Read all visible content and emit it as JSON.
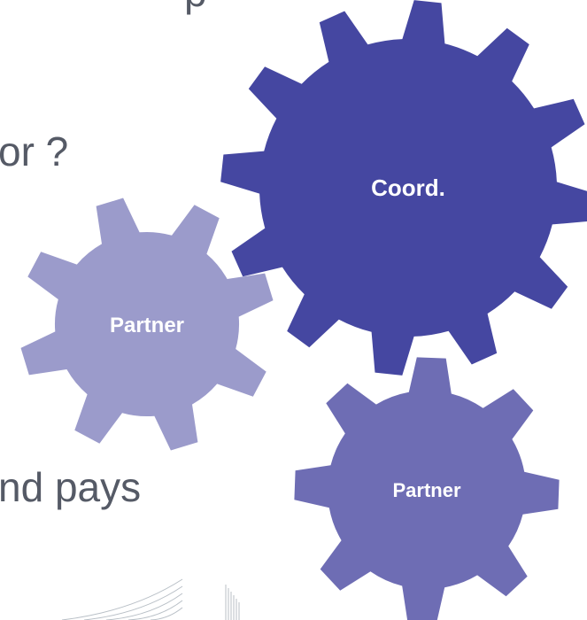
{
  "text": {
    "top_fragment": "p",
    "line_1": "or ?",
    "line_2": "nd pays"
  },
  "gears": [
    {
      "id": "coord",
      "label": "Coord.",
      "color": "#4547a1",
      "teeth": 12
    },
    {
      "id": "partner-left",
      "label": "Partner",
      "color": "#9b9bcb",
      "teeth": 8
    },
    {
      "id": "partner-bottom",
      "label": "Partner",
      "color": "#6e6db4",
      "teeth": 8
    }
  ],
  "colors": {
    "text": "#555a66",
    "background": "#ffffff",
    "label": "#ffffff",
    "decoration": "#b8bfc6"
  }
}
